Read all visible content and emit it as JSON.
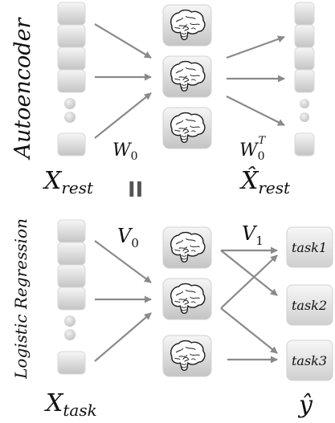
{
  "section_labels": {
    "autoencoder": "Autoencoder",
    "logistic_regression": "Logistic Regression"
  },
  "variables": {
    "x_rest_main": "X",
    "x_rest_sub": "rest",
    "x_hat_rest_main": "X̂",
    "x_hat_rest_sub": "rest",
    "x_task_main": "X",
    "x_task_sub": "task",
    "y_hat": "ŷ",
    "w0_main": "W",
    "w0_sub": "0",
    "w0t_main": "W",
    "w0t_sub": "0",
    "w0t_sup": "T",
    "v0_main": "V",
    "v0_sub": "0",
    "v1_main": "V",
    "v1_sub": "1",
    "equality": "II"
  },
  "tasks": [
    "task1",
    "task2",
    "task3"
  ],
  "icons": {
    "component": "brain-icon"
  },
  "colors": {
    "node_light": "#f4f4f4",
    "node_dark": "#c9c9c9",
    "arrow": "#8a8a8a",
    "text": "#111111"
  }
}
